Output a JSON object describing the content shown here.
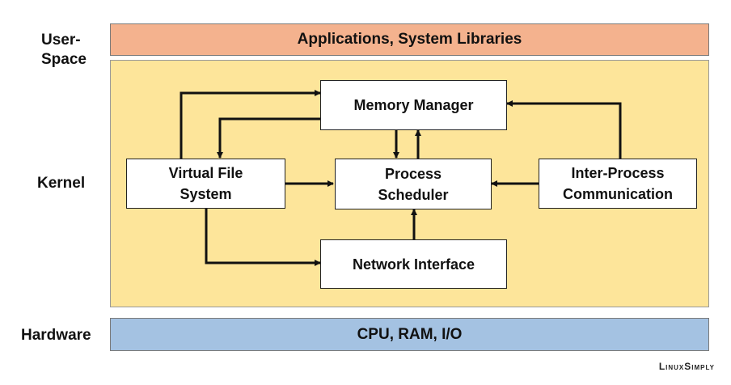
{
  "labels": {
    "user_space": "User-\nSpace",
    "kernel": "Kernel",
    "hardware": "Hardware"
  },
  "layers": {
    "applications": "Applications, System Libraries",
    "hardware": "CPU, RAM, I/O"
  },
  "components": {
    "memory_manager": "Memory Manager",
    "virtual_file_system": "Virtual File\nSystem",
    "process_scheduler": "Process\nScheduler",
    "ipc": "Inter-Process\nCommunication",
    "network_interface": "Network Interface"
  },
  "colors": {
    "user_space": "#f4b28e",
    "kernel": "#fde59a",
    "hardware": "#a4c2e2"
  },
  "brand": "LinuxSimply"
}
